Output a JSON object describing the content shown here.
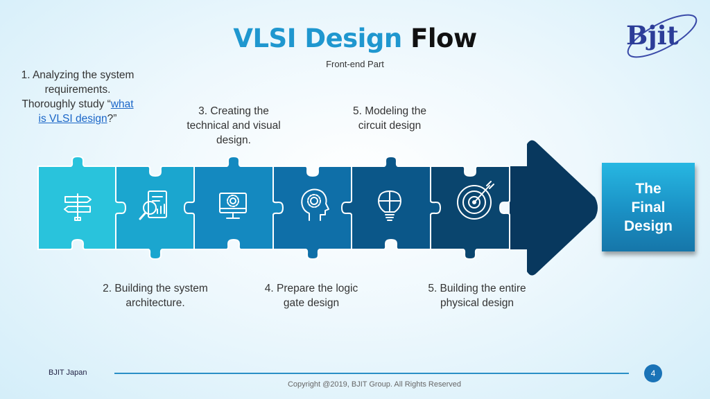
{
  "title": {
    "part1": "VLSI Design",
    "part2": "Flow"
  },
  "subtitle": "Front-end Part",
  "logo_text": "Bjit",
  "steps": {
    "s1_pre": "1. Analyzing the system requirements. Thoroughly study “",
    "s1_link": "what is VLSI design",
    "s1_post": "?”",
    "s2": "2. Building the system architecture.",
    "s3": "3. Creating the technical and visual design.",
    "s4": "4. Prepare the logic gate design",
    "s5a": "5. Modeling the circuit design",
    "s5b": "5. Building the entire physical design"
  },
  "final": "The Final Design",
  "puzzle_colors": [
    "#29c3dc",
    "#1ba6cf",
    "#1489c0",
    "#0f6fa8",
    "#0b5789",
    "#0a456e",
    "#08385e"
  ],
  "icons": [
    "signpost-icon",
    "analysis-report-icon",
    "monitor-gear-icon",
    "head-gears-icon",
    "lightbulb-puzzle-icon",
    "target-arrow-icon"
  ],
  "footer": {
    "company": "BJIT Japan",
    "page": "4",
    "copyright": "Copyright @2019, BJIT Group. All Rights Reserved"
  }
}
